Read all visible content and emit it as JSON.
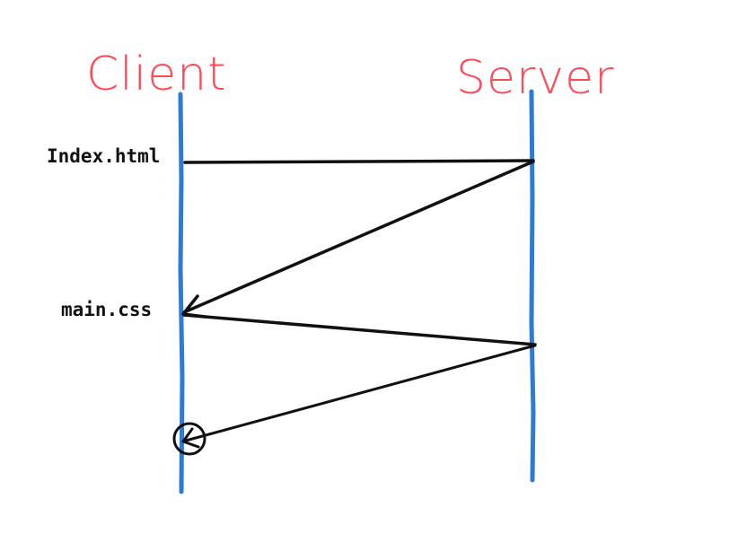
{
  "actors": {
    "client": {
      "label": "Client"
    },
    "server": {
      "label": "Server"
    }
  },
  "messages": {
    "index_html": {
      "label": "Index.html"
    },
    "main_css": {
      "label": "main.css"
    }
  },
  "colors": {
    "actor_label": "#ff4a57",
    "lifeline": "#2d7bd6",
    "arrow": "#111111"
  }
}
